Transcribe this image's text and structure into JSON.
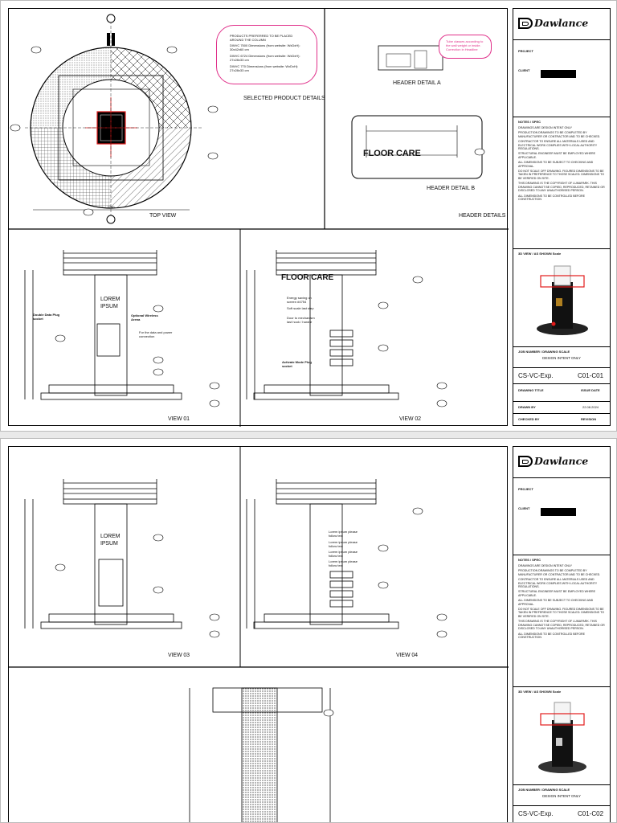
{
  "company": "Dawlance",
  "colors": {
    "accent": "#e0308a",
    "red": "#e21b1b",
    "line": "#000000"
  },
  "sheet1": {
    "top_view_label": "TOP VIEW",
    "selected_product_label": "SELECTED PRODUCT DETAILS",
    "header_details_label": "HEADER DETAILS",
    "header_detail_a": "HEADER DETAIL A",
    "header_detail_b": "HEADER DETAIL B",
    "floor_care": "FLOOR CARE",
    "view01": "VIEW 01",
    "view02": "VIEW 02",
    "lorem": "LOREM",
    "ipsum": "IPSUM",
    "callouts": {
      "products_note": [
        "PRODUCTS PREFERRED TO BE PLACED AROUND THE COLUMN",
        "DWVC 7500 Dimensions (from website: WxDxH): 30x42x60 cm",
        "DWVC 6724 Dimensions (from website: WxDxH): 27x28x33 cm",
        "DWVC 770 Dimensions (from website: WxDxH): 27x28x33 cm"
      ],
      "header_note": "Tube classes according to the wall weight or inside. Correction in Headline",
      "for_data_power": "For the data and power connection",
      "view01_left": "Double Data Plug socket",
      "view01_right": "Optional Wireless Arena",
      "view02_notes": [
        "Energy saving on screen #4754",
        "Soft scale last step",
        "Door to mechanism last hook / handle"
      ],
      "activate_mode": "Activate Mode Plug socket"
    }
  },
  "sheet2": {
    "view03": "VIEW 03",
    "view04": "VIEW 04",
    "lorem": "LOREM",
    "ipsum": "IPSUM",
    "lorem_ipsum_lines": [
      "Lorem ipsum please follow text",
      "Lorem ipsum please follow text",
      "Lorem ipsum please follow text",
      "Lorem ipsum please follow text"
    ]
  },
  "titleblock": {
    "project_label": "PROJECT",
    "client_label": "CLIENT",
    "notes_header": "NOTES / SPEC",
    "notes": [
      "DRAWINGS ARE DESIGN INTENT ONLY",
      "PRODUCTION DRAWINGS TO BE COMPLETED BY MANUFACTURER OR CONTRACTOR AND TO BE CHECKED.",
      "CONTRACTOR TO ENSURE ALL MATERIALS USED AND ELECTRICAL WORK COMPLIES WITH LOCAL AUTHORITY REGULATIONS.",
      "STRUCTURAL ENGINEER MUST BE EMPLOYED WHERE APPLICABLE.",
      "ALL DIMENSIONS TO BE SUBJECT TO CHECKING AND APPROVAL.",
      "DO NOT SCALE OFF DRAWING. FIGURED DIMENSIONS TO BE TAKEN IN PREFERENCE TO THOSE SCALED. DIMENSIONS TO BE VERIFIED ON SITE.",
      "THIS DRAWING IS THE COPYRIGHT OF LUMAPARK. THIS DRAWING CANNOT BE COPIED, REPRODUCED, RETAINED OR DISCLOSED TO ANY UNAUTHORISED PERSON.",
      "ALL DIMENSIONS TO BE CONTROLLED BEFORE CONSTRUCTION"
    ],
    "render_label": "3D VIEW / AS SHOWN  Scale",
    "design_intent": "DESIGN INTENT ONLY",
    "job_label": "JOB NUMBER / DRAWING SCALE",
    "code_left": "CS-VC-Exp.",
    "code_right_1": "C01-C01",
    "code_right_2": "C01-C02",
    "footer_fields": [
      "DRAWING TITLE",
      "ISSUE DATE",
      "DRAWN BY",
      "CHECKED BY",
      "REVISION"
    ],
    "date": "22.08.2024"
  }
}
